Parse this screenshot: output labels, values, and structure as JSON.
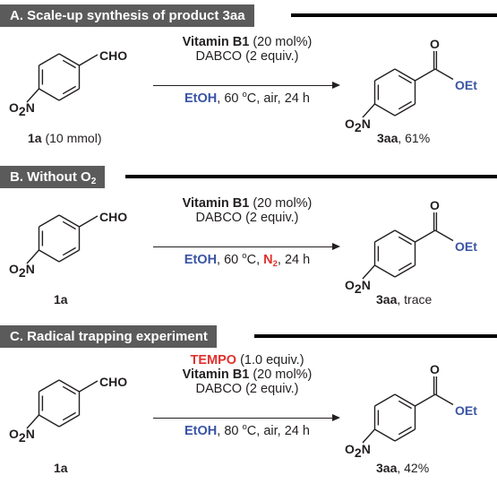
{
  "sections": [
    {
      "header_main": "A. Scale-up synthesis of product 3aa",
      "header_sub": "",
      "reagent_top": "",
      "catalyst_name": "Vitamin B1",
      "catalyst_amount": "(20 mol%)",
      "base": "DABCO (2 equiv.)",
      "solvent": "EtOH",
      "temperature": "60",
      "temp_unit": "C",
      "atmosphere": "air",
      "atmosphere_highlight": false,
      "time": "24 h",
      "sm_label": "1a",
      "sm_amount": "(10 mmol)",
      "prod_label": "3aa",
      "prod_yield": "61%"
    },
    {
      "header_main": "B. Without O",
      "header_sub": "2",
      "reagent_top": "",
      "catalyst_name": "Vitamin B1",
      "catalyst_amount": "(20 mol%)",
      "base": "DABCO (2 equiv.)",
      "solvent": "EtOH",
      "temperature": "60",
      "temp_unit": "C",
      "atmosphere": "N",
      "atmosphere_sub": "2",
      "atmosphere_highlight": true,
      "time": "24 h",
      "sm_label": "1a",
      "sm_amount": "",
      "prod_label": "3aa",
      "prod_yield": "trace"
    },
    {
      "header_main": "C. Radical trapping experiment",
      "header_sub": "",
      "reagent_top": "TEMPO",
      "reagent_top_amount": "(1.0 equiv.)",
      "catalyst_name": "Vitamin B1",
      "catalyst_amount": "(20 mol%)",
      "base": "DABCO (2 equiv.)",
      "solvent": "EtOH",
      "temperature": "80",
      "temp_unit": "C",
      "atmosphere": "air",
      "atmosphere_highlight": false,
      "time": "24 h",
      "sm_label": "1a",
      "sm_amount": "",
      "prod_label": "3aa",
      "prod_yield": "42%"
    }
  ],
  "atoms": {
    "aldehyde": "CHO",
    "nitro_o": "O",
    "nitro_sub": "2",
    "nitro_n": "N",
    "ester_o": "O",
    "ester_oet": "OEt"
  },
  "text": {
    "comma": ",",
    "degree": "o"
  },
  "colors": {
    "header_bg": "#5b5b5b",
    "solvent_blue": "#3954a4",
    "highlight_red": "#e0312d",
    "text": "#231f20"
  }
}
